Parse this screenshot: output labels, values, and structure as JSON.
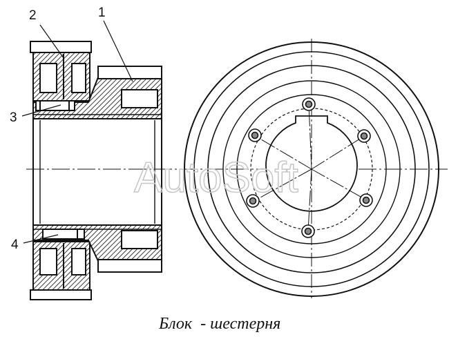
{
  "figure": {
    "caption": "Блок  - шестерня",
    "callouts": [
      {
        "id": "1",
        "label": "1"
      },
      {
        "id": "2",
        "label": "2"
      },
      {
        "id": "3",
        "label": "3"
      },
      {
        "id": "4",
        "label": "4"
      }
    ],
    "watermark": "AutoSoft"
  }
}
